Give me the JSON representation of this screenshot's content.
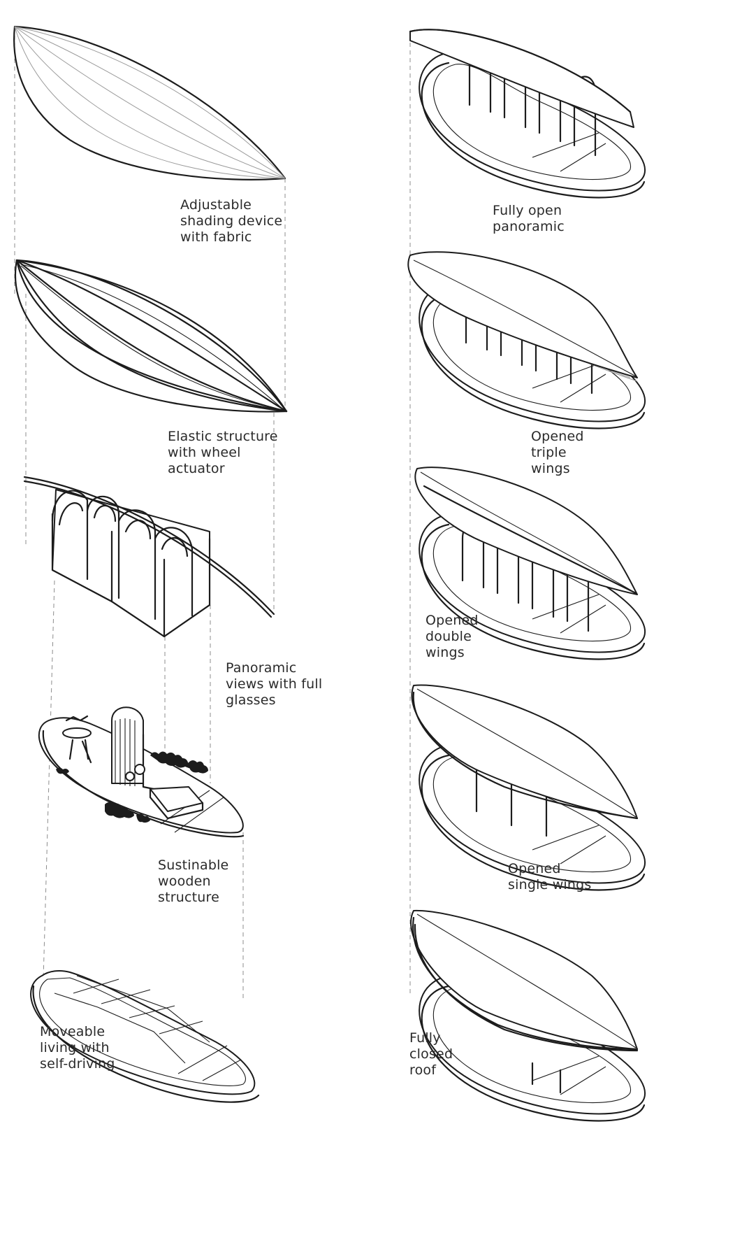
{
  "diagram": {
    "left_column": [
      {
        "id": "shading",
        "label": [
          "Adjustable",
          "shading device",
          "with fabric"
        ]
      },
      {
        "id": "elastic",
        "label": [
          "Elastic structure",
          "with wheel",
          "actuator"
        ]
      },
      {
        "id": "panoramic",
        "label": [
          "Panoramic",
          "views with full",
          "glasses"
        ]
      },
      {
        "id": "wooden",
        "label": [
          "Sustinable",
          "wooden",
          "structure"
        ]
      },
      {
        "id": "moveable",
        "label": [
          "Moveable",
          "living with",
          "self-driving"
        ]
      }
    ],
    "right_column": [
      {
        "id": "fully-open",
        "label": [
          "Fully open",
          "panoramic"
        ]
      },
      {
        "id": "triple",
        "label": [
          "Opened",
          "triple",
          "wings"
        ]
      },
      {
        "id": "double",
        "label": [
          "Opened",
          "double",
          "wings"
        ]
      },
      {
        "id": "single",
        "label": [
          "Opened",
          "single wings"
        ]
      },
      {
        "id": "closed",
        "label": [
          "Fully",
          "closed",
          "roof"
        ]
      }
    ]
  }
}
